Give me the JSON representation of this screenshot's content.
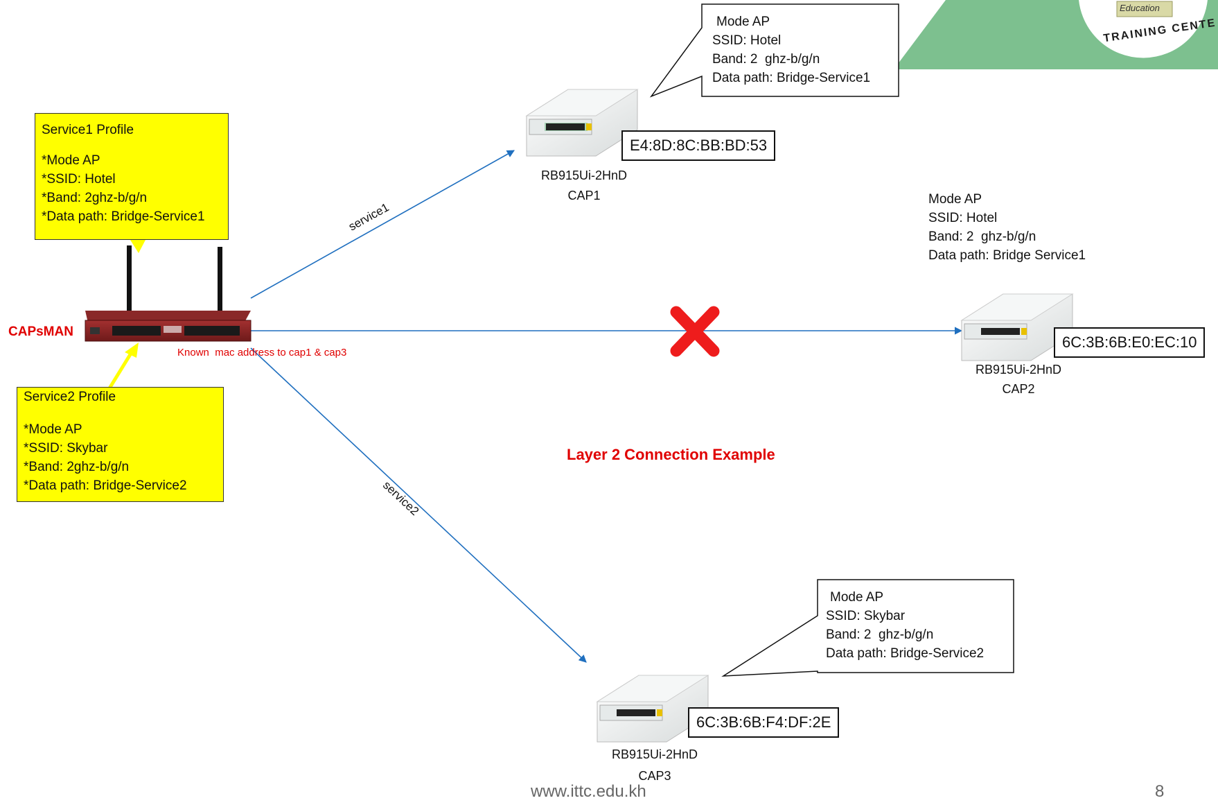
{
  "controller": {
    "label": "CAPsMAN",
    "note": "Known  mac address to cap1 & cap3"
  },
  "service1_profile": {
    "title": "Service1 Profile",
    "lines": [
      "*Mode AP",
      "*SSID: Hotel",
      "*Band: 2ghz-b/g/n",
      "*Data path: Bridge-Service1"
    ]
  },
  "service2_profile": {
    "title": "Service2 Profile",
    "lines": [
      "*Mode AP",
      "*SSID: Skybar",
      "*Band: 2ghz-b/g/n",
      "*Data path: Bridge-Service2"
    ]
  },
  "links": {
    "service1": "service1",
    "service2": "service2"
  },
  "cap1": {
    "model": "RB915Ui-2HnD",
    "name": "CAP1",
    "mac": "E4:8D:8C:BB:BD:53",
    "config": [
      "Mode AP",
      "SSID: Hotel",
      "Band: 2  ghz-b/g/n",
      "Data path: Bridge-Service1"
    ]
  },
  "cap2": {
    "model": "RB915Ui-2HnD",
    "name": "CAP2",
    "mac": "6C:3B:6B:E0:EC:10",
    "config": [
      "Mode AP",
      "SSID: Hotel",
      "Band: 2  ghz-b/g/n",
      "Data path: Bridge Service1"
    ]
  },
  "cap3": {
    "model": "RB915Ui-2HnD",
    "name": "CAP3",
    "mac": "6C:3B:6B:F4:DF:2E",
    "config": [
      "Mode AP",
      "SSID: Skybar",
      "Band: 2  ghz-b/g/n",
      "Data path: Bridge-Service2"
    ]
  },
  "diagram_title": "Layer 2 Connection Example",
  "logo": {
    "text_top": "Education",
    "text_arc": "TRAINING  CENTE"
  },
  "footer": {
    "url": "www.ittc.edu.kh",
    "page_number": "8"
  },
  "colors": {
    "link_line": "#1f6fbf",
    "label_red": "#e00000",
    "callout_yellow": "#ffff00",
    "logo_green": "#7dc08f",
    "cross_red": "#ee1c1c"
  }
}
